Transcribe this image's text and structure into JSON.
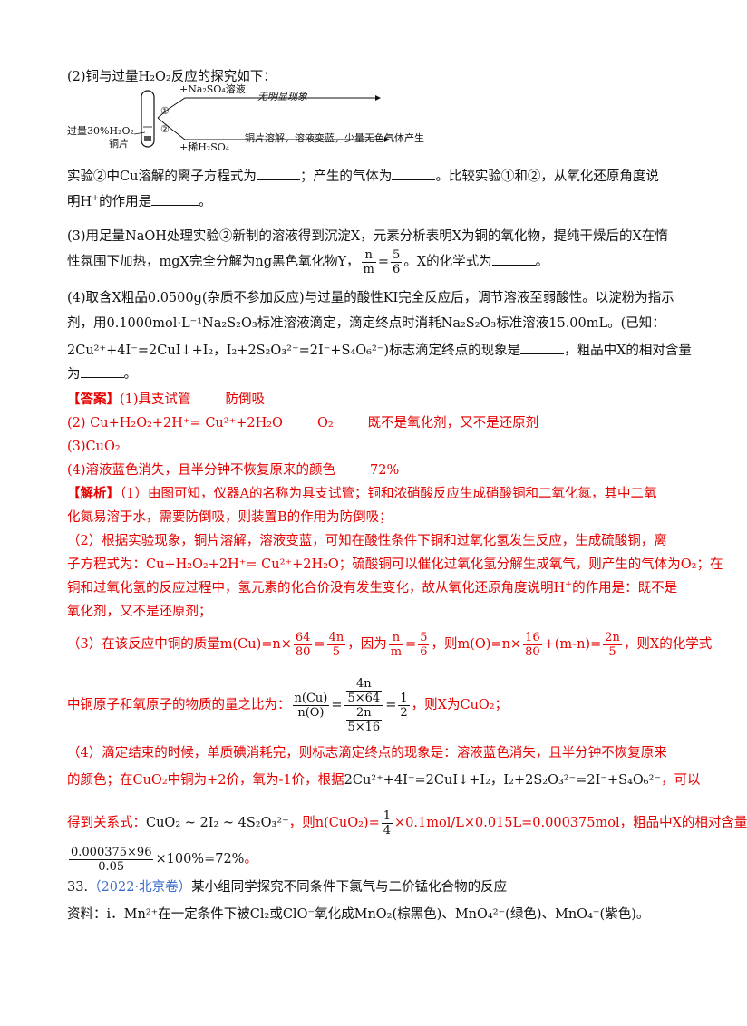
{
  "q2": {
    "head": "(2)铜与过量",
    "h2o2": "H₂O₂",
    "tail": "反应的探究如下：",
    "diagram": {
      "tube_label_1": "过量30%H₂O₂",
      "tube_label_2": "铜片",
      "step1_num": "①",
      "step1_reagent": "+Na₂SO₄溶液",
      "step1_result": "无明显现象",
      "step2_num": "②",
      "step2_reagent": "+稀H₂SO₄",
      "step2_result": "铜片溶解，溶液变蓝，少量无色气体产生"
    },
    "line1_a": "实验②中",
    "line1_cu": "Cu",
    "line1_b": "溶解的离子方程式为",
    "line1_c": "；产生的气体为",
    "line1_d": "。比较实验①和②，从氧化还原角度说",
    "line2_a": "明",
    "line2_h": "H",
    "line2_b": "的作用是",
    "line2_c": "。"
  },
  "q3": {
    "line1": "(3)用足量NaOH处理实验②新制的溶液得到沉淀X，元素分析表明X为铜的氧化物，提纯干燥后的X在惰",
    "line2_a": "性氛围下加热，mgX完全分解为ng黑色氧化物Y，",
    "frac_n": "n",
    "frac_m": "m",
    "eq": "=",
    "frac_5": "5",
    "frac_6": "6",
    "line2_b": "。X的化学式为",
    "line2_c": "。"
  },
  "q4": {
    "line1": "(4)取含X粗品0.0500g(杂质不参加反应)与过量的酸性KI完全反应后，调节溶液至弱酸性。以淀粉为指示",
    "line2_a": "剂，用",
    "conc": "0.1000mol·L⁻¹Na₂S₂O₃",
    "line2_b": "标准溶液滴定，滴定终点时消耗",
    "na2s2o3": "Na₂S₂O₃",
    "line2_c": "标准溶液15.00mL。(已知：",
    "eq1": "2Cu²⁺+4I⁻=2CuI↓+I₂",
    "sep": "，",
    "eq2": "I₂+2S₂O₃²⁻=2I⁻+S₄O₆²⁻",
    "line3_b": ")标志滴定终点的现象是",
    "line3_c": "，粗品中X的相对含量",
    "line4_a": "为",
    "line4_b": "。"
  },
  "answer": {
    "tag": "【答案】",
    "a1_a": "(1)具支试管",
    "a1_b": "防倒吸",
    "a2_a": "(2) Cu+H₂O₂+2H⁺= Cu²⁺+2H₂O",
    "a2_b": "O₂",
    "a2_c": "既不是氧化剂，又不是还原剂",
    "a3": "(3)CuO₂",
    "a4_a": "(4)溶液蓝色消失，且半分钟不恢复原来的颜色",
    "a4_b": "72%"
  },
  "analysis": {
    "tag": "【解析】",
    "p1_a": "（1）由图可知，仪器A的名称为具支试管；铜和浓硝酸反应生成硝酸铜和二氧化氮，其中二氧",
    "p1_b": "化氮易溶于水，需要防倒吸，则装置B的作用为防倒吸；",
    "p2_a": "（2）根据实验现象，铜片溶解，溶液变蓝，可知在酸性条件下铜和过氧化氢发生反应，生成硫酸铜，离",
    "p2_b": "子方程式为：Cu+H₂O₂+2H⁺= Cu²⁺+2H₂O；硫酸铜可以催化过氧化氢分解生成氧气，则产生的气体为O₂；在",
    "p2_c1": "铜和过氧化氢的反应过程中，氢元素的化合价没有发生变化，故从氧化还原角度说明",
    "p2_c_h": "H",
    "p2_c2": "的作用是：既不是",
    "p2_d": "氧化剂，又不是还原剂；",
    "p3_a": "（3）在该反应中铜的质量m(Cu)=n×",
    "p3_f1n": "64",
    "p3_f1d": "80",
    "p3_eq": "=",
    "p3_f2n": "4n",
    "p3_f2d": "5",
    "p3_b": "，因为",
    "p3_f3n": "n",
    "p3_f3d": "m",
    "p3_f4n": "5",
    "p3_f4d": "6",
    "p3_c": "，则m(O)=n×",
    "p3_f5n": "16",
    "p3_f5d": "80",
    "p3_d": "+(m-n)=",
    "p3_f6n": "2n",
    "p3_f6d": "5",
    "p3_e": "，则X的化学式",
    "p3_g": "中铜原子和氧原子的物质的量之比为：",
    "p3_ratio_n": "n(Cu)",
    "p3_ratio_d": "n(O)",
    "p3_big_nn": "4n",
    "p3_big_nd": "5×64",
    "p3_big_dn": "2n",
    "p3_big_dd": "5×16",
    "p3_half_n": "1",
    "p3_half_d": "2",
    "p3_h": "，则X为CuO₂；",
    "p4_a": "（4）滴定结束的时候，单质碘消耗完，则标志滴定终点的现象是：溶液蓝色消失，且半分钟不恢复原来",
    "p4_b": "的颜色；在CuO₂中铜为+2价，氧为-1价，根据",
    "p4_eq1": "2Cu²⁺+4I⁻=2CuI↓+I₂",
    "p4_eq2": "I₂+2S₂O₃²⁻=2I⁻+S₄O₆²⁻",
    "p4_c": "，可以",
    "p4_d": "得到关系式：",
    "p4_rel": "CuO₂ ~ 2I₂ ~ 4S₂O₃²⁻",
    "p4_e": "，则n(CuO₂)=",
    "p4_q_n": "1",
    "p4_q_d": "4",
    "p4_f": "×0.1mol/L×0.015L=0.000375mol，粗品中X的相对含量",
    "p4_res_n": "0.000375×96",
    "p4_res_d": "0.05",
    "p4_g": "×100%=72%",
    "p4_h": "。"
  },
  "q33": {
    "num": "33.",
    "source": "（2022·北京卷）",
    "text": "某小组同学探究不同条件下氯气与二价锰化合物的反应",
    "info_a": "资料：i．Mn²⁺在一定条件下被Cl₂或ClO⁻氧化成MnO₂(棕黑色)、",
    "mno4_2": "MnO₄²⁻",
    "info_b": "(绿色)、",
    "mno4": "MnO₄⁻",
    "info_c": "(紫色)。"
  }
}
